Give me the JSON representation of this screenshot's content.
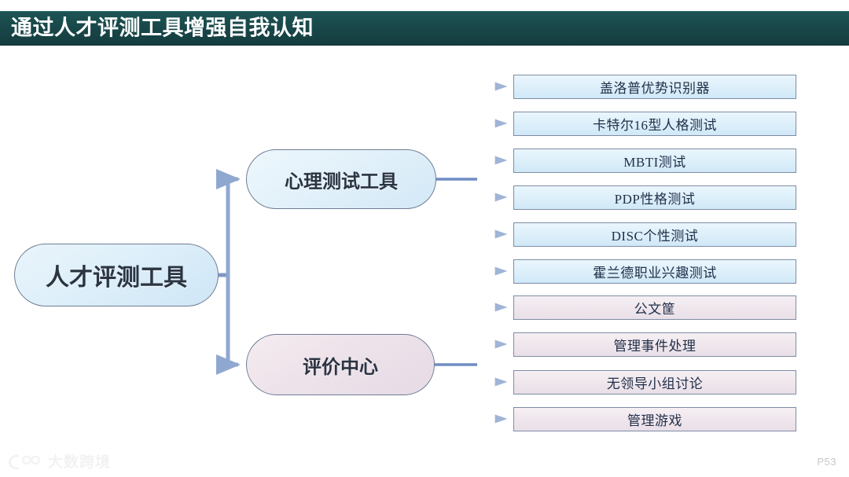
{
  "slide": {
    "title": "通过人才评测工具增强自我认知",
    "page_number": "P53",
    "watermark_text": "大数跨境",
    "colors": {
      "banner": "#19484a",
      "banner_text": "#ffffff",
      "connector": "#8fa8d0",
      "node_border": "#6f7d94",
      "node_text": "#2b3442",
      "leaf_border": "#7e8ca4",
      "leaf_text": "#22304a",
      "leaf_blue_fill": "#dceffa",
      "leaf_pink_fill": "#efe6ec",
      "page_number_text": "#c8c8c8"
    }
  },
  "diagram": {
    "type": "tree",
    "root": {
      "label": "人才评测工具"
    },
    "branches": [
      {
        "label": "心理测试工具",
        "style": "blue",
        "leaves": [
          {
            "label": "盖洛普优势识别器"
          },
          {
            "label": "卡特尔16型人格测试"
          },
          {
            "label": "MBTI测试"
          },
          {
            "label": "PDP性格测试"
          },
          {
            "label": "DISC个性测试"
          },
          {
            "label": "霍兰德职业兴趣测试"
          }
        ]
      },
      {
        "label": "评价中心",
        "style": "pink",
        "leaves": [
          {
            "label": "公文筐"
          },
          {
            "label": "管理事件处理"
          },
          {
            "label": "无领导小组讨论"
          },
          {
            "label": "管理游戏"
          }
        ]
      }
    ]
  }
}
